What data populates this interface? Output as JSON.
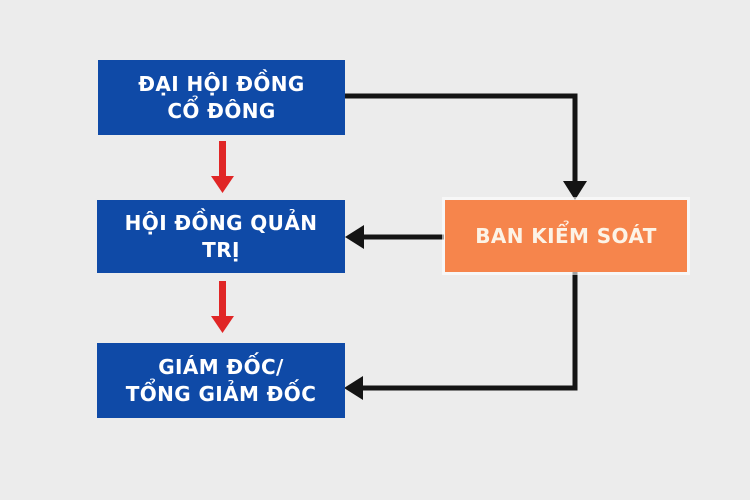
{
  "diagram": {
    "type": "org-chart",
    "nodes": {
      "shareholders": {
        "label": "ĐẠI HỘI ĐỒNG\nCỔ ĐÔNG",
        "shape": "rectangle",
        "color_role": "blue"
      },
      "board": {
        "label": "HỘI ĐỒNG QUẢN TRỊ",
        "shape": "rectangle",
        "color_role": "blue"
      },
      "director": {
        "label": "GIÁM ĐỐC/\nTỔNG GIẢM ĐỐC",
        "shape": "rectangle",
        "color_role": "blue"
      },
      "supervisory": {
        "label": "BAN KIỂM SOÁT",
        "shape": "rectangle",
        "color_role": "orange"
      }
    },
    "edges": [
      {
        "from": "shareholders",
        "to": "board",
        "style": "thick-red-arrow",
        "direction": "down"
      },
      {
        "from": "board",
        "to": "director",
        "style": "thick-red-arrow",
        "direction": "down"
      },
      {
        "from": "shareholders",
        "to": "supervisory",
        "style": "black-elbow-arrow",
        "direction": "right-then-down"
      },
      {
        "from": "supervisory",
        "to": "board",
        "style": "black-straight-arrow",
        "direction": "left"
      },
      {
        "from": "supervisory",
        "to": "director",
        "style": "black-elbow-arrow",
        "direction": "down-then-left"
      }
    ],
    "colors": {
      "background": "#ECECEC",
      "node_blue": "#0F4AA7",
      "node_orange": "#F6854C",
      "text_white": "#FFFFFF",
      "text_cream": "#FCF3E6",
      "arrow_red": "#E02626",
      "arrow_black": "#141414"
    }
  }
}
